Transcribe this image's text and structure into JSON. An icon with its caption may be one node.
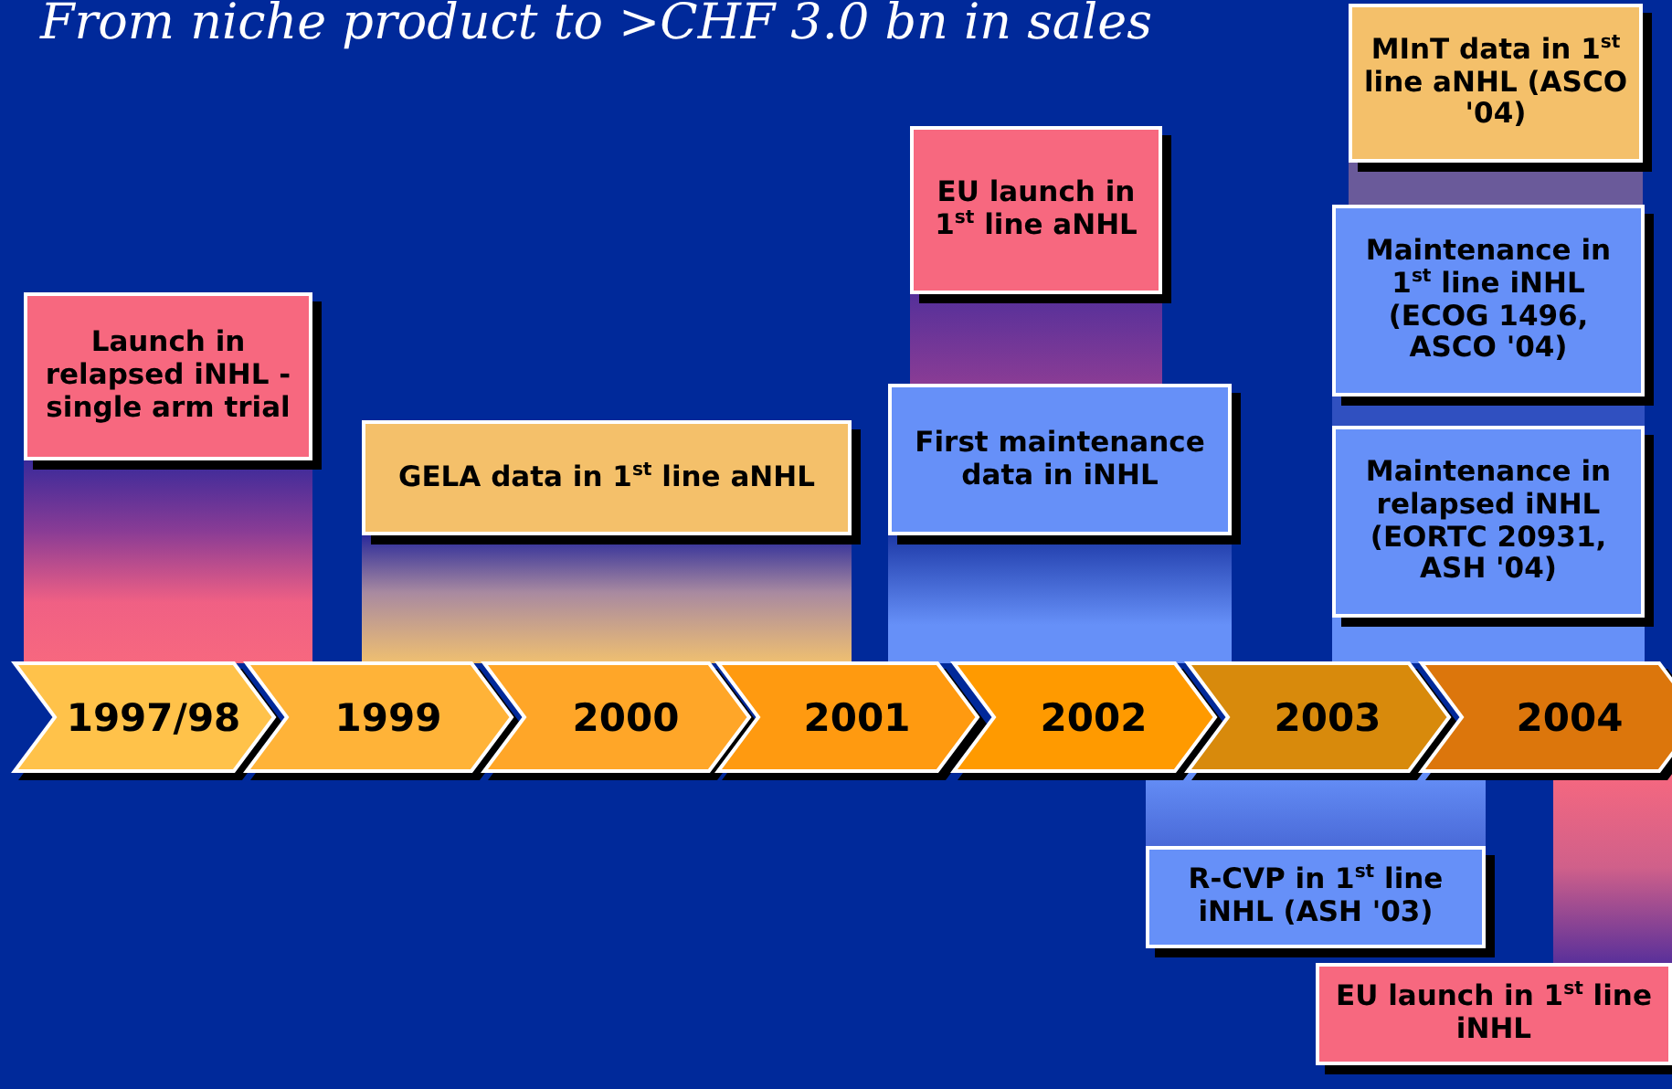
{
  "diagram": {
    "title": "From niche product to >CHF 3.0 bn in sales",
    "nodes": [
      {
        "text": [
          "1997/98"
        ]
      },
      {
        "text": [
          "1999"
        ]
      },
      {
        "text": [
          "2000"
        ]
      },
      {
        "text": [
          "2001"
        ]
      },
      {
        "text": [
          "2002"
        ]
      },
      {
        "text": [
          "2003"
        ]
      },
      {
        "text": [
          "2004"
        ]
      },
      {
        "text": [
          "Launch in relapsed iNHL - single arm trial"
        ]
      },
      {
        "text": [
          "GELA data in 1$^{st}$ line aNHL"
        ]
      },
      {
        "text": [
          "EU launch in 1$^{st}$ line aNHL"
        ]
      },
      {
        "text": [
          "First maintenance data in iNHL"
        ]
      },
      {
        "text": [
          "MInT data in 1$^{st}$ line aNHL (ASCO '04)"
        ]
      },
      {
        "text": [
          "Maintenance in 1$^{st}$ line iNHL (ECOG 1496, ASCO '04)"
        ]
      },
      {
        "text": [
          "Maintenance in relapsed iNHL (EORTC 20931, ASH '04)"
        ]
      },
      {
        "text": [
          "R-CVP in 1$^{st}$ line iNHL (ASH '03)"
        ]
      },
      {
        "text": [
          "EU launch in 1$^{st}$ line iNHL"
        ]
      },
      {
        "text": [],
        "shape": "bar"
      },
      {
        "text": [],
        "shape": "bar"
      },
      {
        "text": [],
        "shape": "bar"
      },
      {
        "text": [],
        "shape": "bar"
      },
      {
        "text": [],
        "shape": "bar"
      },
      {
        "text": [],
        "shape": "bar"
      },
      {
        "text": [],
        "shape": "bar"
      },
      {
        "text": [],
        "shape": "bar"
      },
      {
        "text": [],
        "shape": "bar"
      }
    ]
  }
}
